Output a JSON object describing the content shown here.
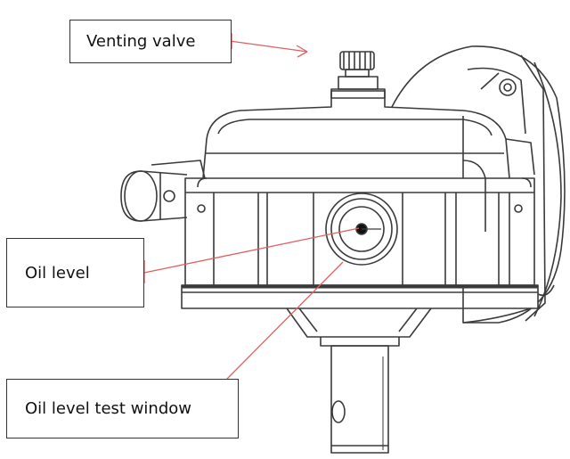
{
  "labels": {
    "venting_valve": "Venting valve",
    "oil_level": "Oil level",
    "oil_level_test_window": "Oil level test window"
  },
  "colors": {
    "leader": "#e06060",
    "outline": "#333333",
    "background": "#ffffff"
  }
}
